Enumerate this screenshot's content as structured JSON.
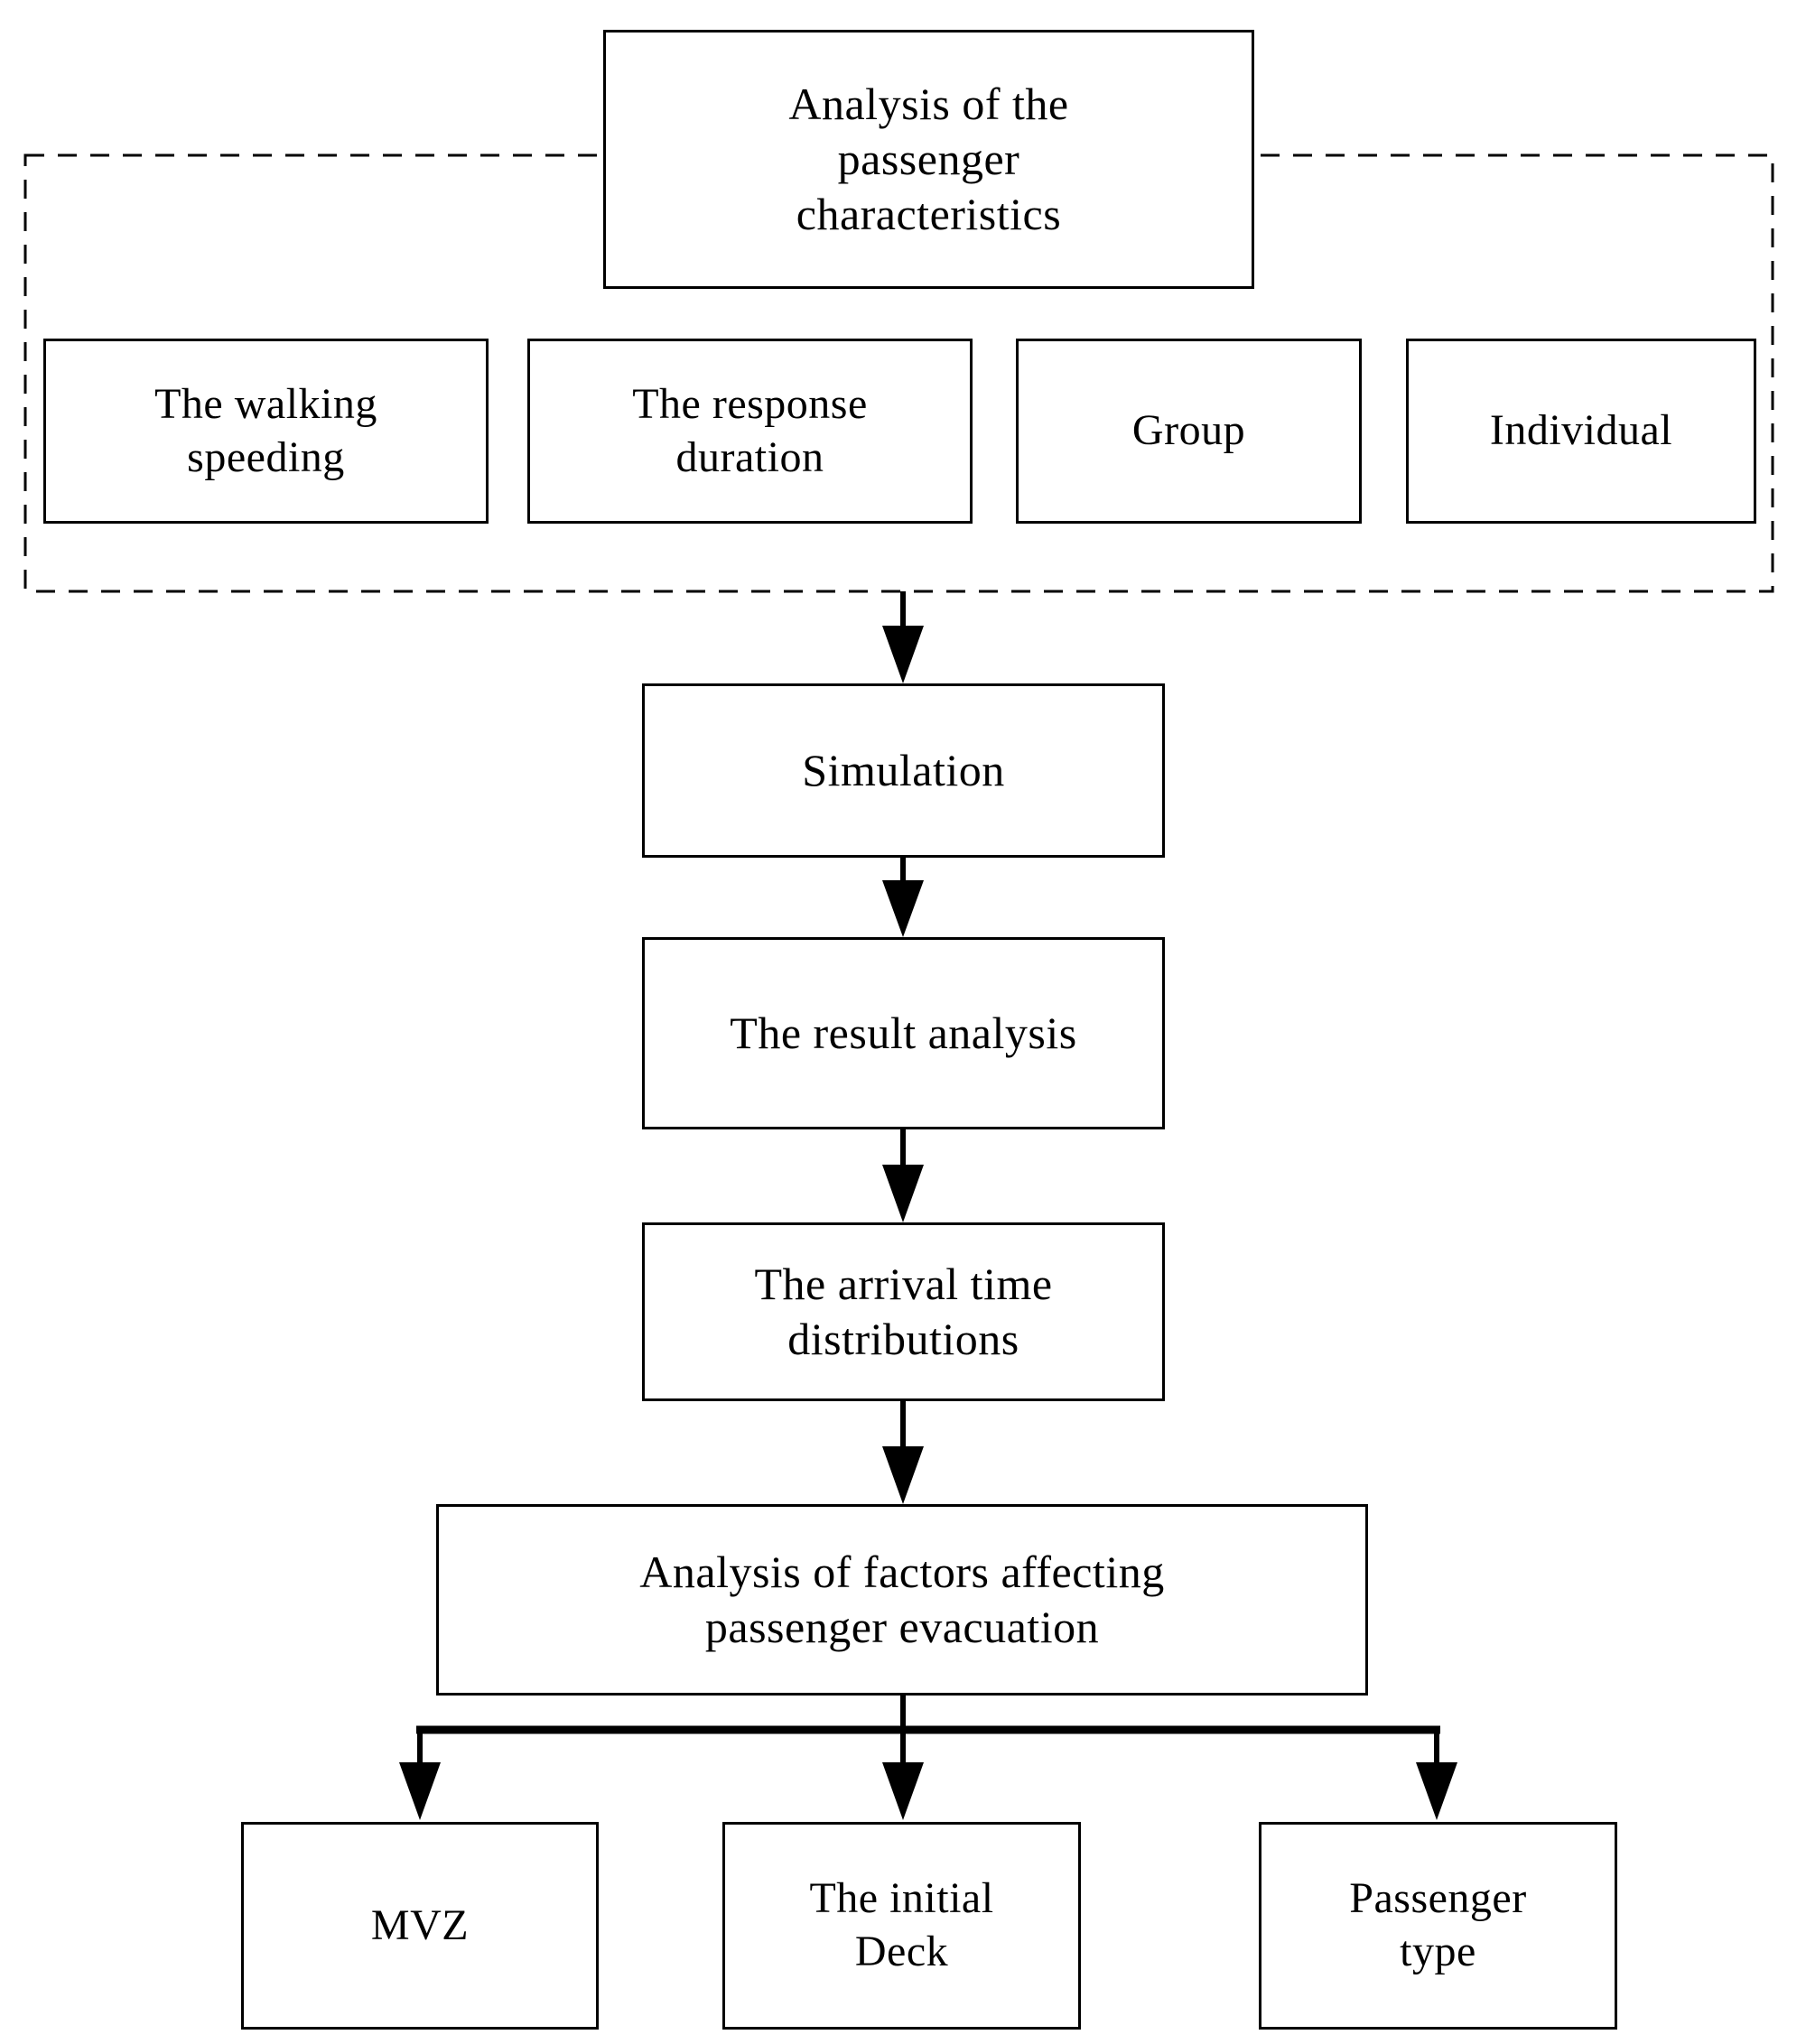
{
  "diagram": {
    "type": "flowchart",
    "colors": {
      "line": "#000000",
      "background": "#ffffff"
    },
    "nodes": {
      "analysis_characteristics": {
        "label": "Analysis of the\npassenger\ncharacteristics"
      },
      "walking_speeding": {
        "label": "The walking\nspeeding"
      },
      "response_duration": {
        "label": "The response\nduration"
      },
      "group": {
        "label": "Group"
      },
      "individual": {
        "label": "Individual"
      },
      "simulation": {
        "label": "Simulation"
      },
      "result_analysis": {
        "label": "The result analysis"
      },
      "arrival_time": {
        "label": "The arrival time\ndistributions"
      },
      "factors_analysis": {
        "label": "Analysis of factors affecting\npassenger evacuation"
      },
      "mvz": {
        "label": "MVZ"
      },
      "initial_deck": {
        "label": "The initial\nDeck"
      },
      "passenger_type": {
        "label": "Passenger\ntype"
      }
    },
    "edges": [
      "passenger-characteristics-group -> simulation",
      "simulation -> result_analysis",
      "result_analysis -> arrival_time",
      "arrival_time -> factors_analysis",
      "factors_analysis -> mvz",
      "factors_analysis -> initial_deck",
      "factors_analysis -> passenger_type"
    ]
  }
}
